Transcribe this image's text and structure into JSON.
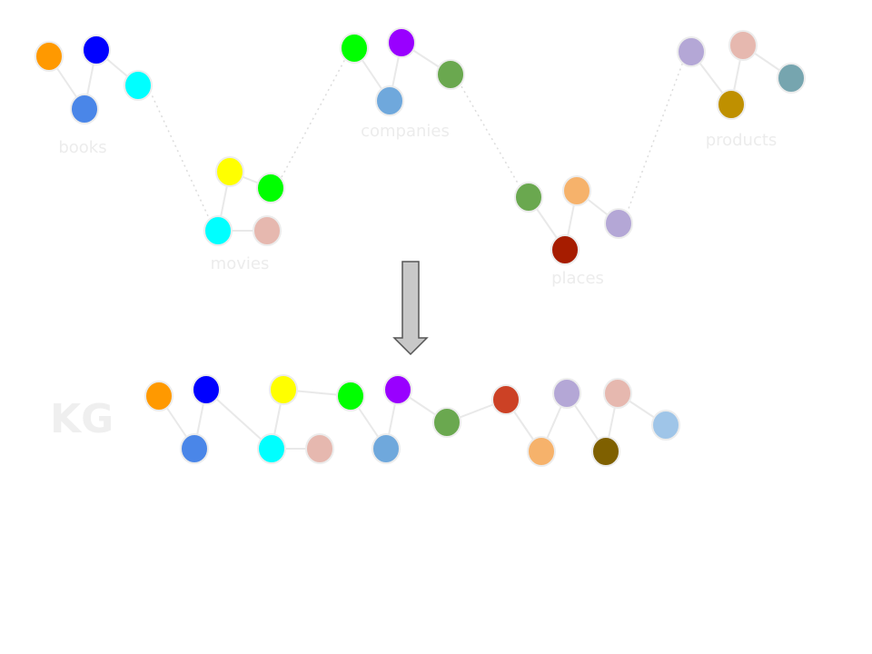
{
  "merged_label": "KG",
  "groups": [
    {
      "id": "books",
      "label": "books",
      "nodes": [
        {
          "color": "#ff9900"
        },
        {
          "color": "#0000ff"
        },
        {
          "color": "#00ffff"
        },
        {
          "color": "#4a86e8"
        }
      ]
    },
    {
      "id": "movies",
      "label": "movies",
      "nodes": [
        {
          "color": "#ffff00"
        },
        {
          "color": "#00ff00"
        },
        {
          "color": "#00ffff"
        },
        {
          "color": "#e6b8af"
        }
      ]
    },
    {
      "id": "companies",
      "label": "companies",
      "nodes": [
        {
          "color": "#00ff00"
        },
        {
          "color": "#9900ff"
        },
        {
          "color": "#6aa84f"
        },
        {
          "color": "#6fa8dc"
        }
      ]
    },
    {
      "id": "places",
      "label": "places",
      "nodes": [
        {
          "color": "#6aa84f"
        },
        {
          "color": "#f6b26b"
        },
        {
          "color": "#b4a7d6"
        },
        {
          "color": "#a61c00"
        }
      ]
    },
    {
      "id": "products",
      "label": "products",
      "nodes": [
        {
          "color": "#b4a7d6"
        },
        {
          "color": "#e6b8af"
        },
        {
          "color": "#76a5af"
        },
        {
          "color": "#bf9000"
        }
      ]
    }
  ],
  "merged_nodes": [
    {
      "color": "#ff9900"
    },
    {
      "color": "#0000ff"
    },
    {
      "color": "#4a86e8"
    },
    {
      "color": "#ffff00"
    },
    {
      "color": "#00ffff"
    },
    {
      "color": "#e6b8af"
    },
    {
      "color": "#00ff00"
    },
    {
      "color": "#9900ff"
    },
    {
      "color": "#6fa8dc"
    },
    {
      "color": "#6aa84f"
    },
    {
      "color": "#cc4125"
    },
    {
      "color": "#b4a7d6"
    },
    {
      "color": "#f6b26b"
    },
    {
      "color": "#e6b8af"
    },
    {
      "color": "#7f6000"
    },
    {
      "color": "#9fc5e8"
    }
  ]
}
